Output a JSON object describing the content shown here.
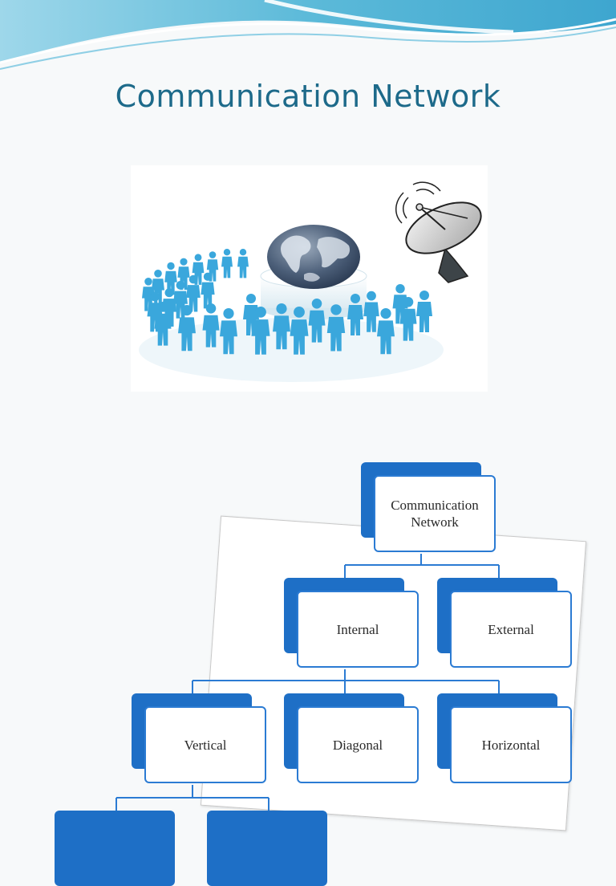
{
  "slide": {
    "title": "Communication Network"
  },
  "diagram": {
    "root": "Communication\nNetwork",
    "level1": [
      "Internal",
      "External"
    ],
    "level2": [
      "Vertical",
      "Diagonal",
      "Horizontal"
    ],
    "level3_count": 2
  },
  "colors": {
    "box_fill": "#1e6fc6",
    "box_border": "#2b7bd3",
    "title": "#1d6a8a",
    "people": "#3aa7dc",
    "wave": "#4fb4d6"
  },
  "icons": [
    "globe-icon",
    "people-crowd-icon",
    "satellite-dish-icon"
  ]
}
